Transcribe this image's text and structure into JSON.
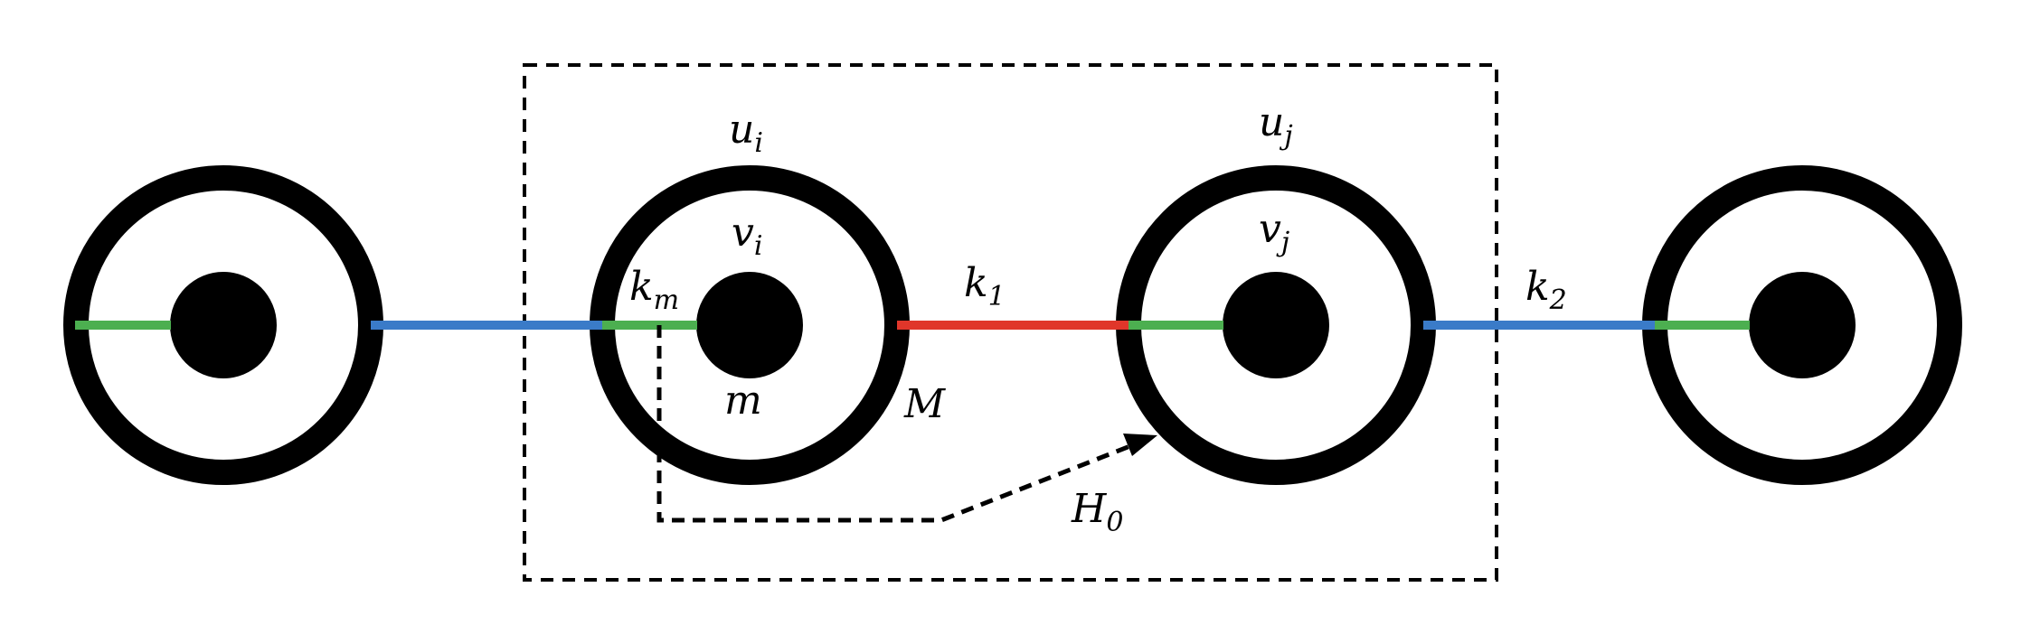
{
  "colors": {
    "green": "#4caf50",
    "blue": "#3a7bc8",
    "red": "#e0362a",
    "stroke": "#000000",
    "background": "#ffffff"
  },
  "labels": {
    "ui": {
      "base": "u",
      "sub": "i"
    },
    "uj": {
      "base": "u",
      "sub": "j"
    },
    "vi": {
      "base": "v",
      "sub": "i"
    },
    "vj": {
      "base": "v",
      "sub": "j"
    },
    "km": {
      "base": "k",
      "sub": "m"
    },
    "k1": {
      "base": "k",
      "sub": "1"
    },
    "k2": {
      "base": "k",
      "sub": "2"
    },
    "m": {
      "base": "m"
    },
    "M": {
      "base": "M"
    },
    "H0": {
      "base": "H",
      "sub": "0"
    }
  }
}
